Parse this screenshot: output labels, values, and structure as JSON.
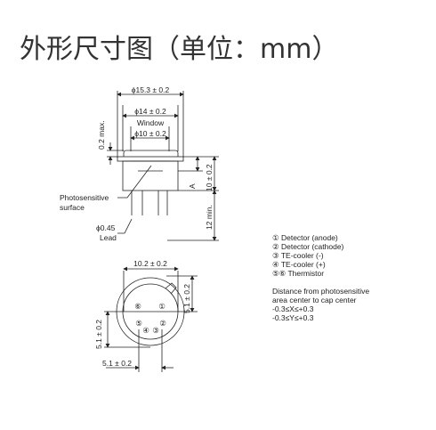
{
  "title": "外形尺寸图（单位：mm）",
  "side_view": {
    "dim_outer": "ϕ15.3 ± 0.2",
    "dim_cap": "ϕ14 ± 0.2",
    "window_label": "Window",
    "dim_window": "ϕ10 ± 0.2",
    "dim_height_max": "0.2 max.",
    "label_a": "A",
    "dim_body": "10 ± 0.2",
    "dim_leads": "12 min.",
    "photosensitive_label_1": "Photosensitive",
    "photosensitive_label_2": "surface",
    "lead_dim": "ϕ0.45",
    "lead_label": "Lead"
  },
  "bottom_view": {
    "dim_top": "10.2 ± 0.2",
    "dim_right": "5.1 ± 0.2",
    "dim_left": "5.1 ± 0.2",
    "dim_bottom": "5.1 ± 0.2",
    "pins": [
      "①",
      "②",
      "③",
      "④",
      "⑤",
      "⑥"
    ]
  },
  "legend": {
    "items": [
      "① Detector (anode)",
      "② Detector (cathode)",
      "③ TE-cooler (-)",
      "④ TE-cooler (+)",
      "⑤⑥ Thermistor"
    ],
    "note_lines": [
      "Distance from photosensitive",
      "area center to cap center",
      "-0.3≤X≤+0.3",
      "-0.3≤Y≤+0.3"
    ]
  }
}
